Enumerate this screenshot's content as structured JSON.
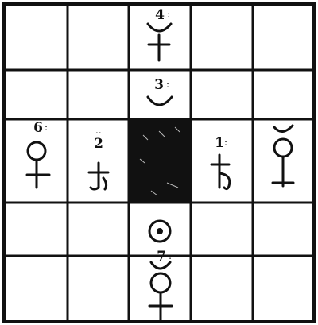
{
  "grid": {
    "rows": 5,
    "cols": 5
  },
  "cells": [
    {
      "row": 0,
      "col": 2,
      "number": "4",
      "symbol": "jupiter-icon"
    },
    {
      "row": 1,
      "col": 2,
      "number": "3",
      "symbol": "moon-icon"
    },
    {
      "row": 2,
      "col": 0,
      "number": "6",
      "symbol": "venus-icon"
    },
    {
      "row": 2,
      "col": 1,
      "number": "2",
      "symbol": "saturn-icon"
    },
    {
      "row": 2,
      "col": 2,
      "number": "",
      "symbol": "center-black-square"
    },
    {
      "row": 2,
      "col": 3,
      "number": "1",
      "symbol": "saturn-icon"
    },
    {
      "row": 2,
      "col": 4,
      "number": "",
      "symbol": "mercury-icon"
    },
    {
      "row": 3,
      "col": 2,
      "number": "",
      "symbol": "sun-icon"
    },
    {
      "row": 4,
      "col": 2,
      "number": "7",
      "symbol": "mercury-icon"
    }
  ],
  "colors": {
    "ink": "#111111",
    "paper": "#ffffff"
  }
}
